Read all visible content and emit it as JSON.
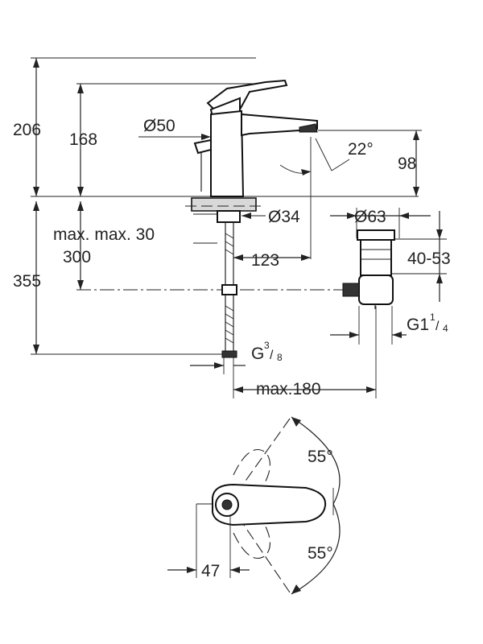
{
  "drawing": {
    "dimensions": {
      "total_height": "206",
      "spout_height": "168",
      "handle_diameter": "Ø50",
      "spout_angle": "22°",
      "outlet_height": "98",
      "base_diameter": "Ø34",
      "waste_diameter": "Ø63",
      "max_deck": "max. max. 30",
      "flex_length": "300",
      "below_deck": "355",
      "spout_reach": "123",
      "waste_range": "40-53",
      "waste_thread_main": "G1",
      "waste_thread_num": "1",
      "waste_thread_den": "4",
      "supply_thread_main": "G",
      "supply_thread_num": "3",
      "supply_thread_den": "8",
      "max_reach": "max.180",
      "lever_angle_upper": "55°",
      "lever_angle_lower": "55°",
      "lever_offset": "47"
    }
  }
}
